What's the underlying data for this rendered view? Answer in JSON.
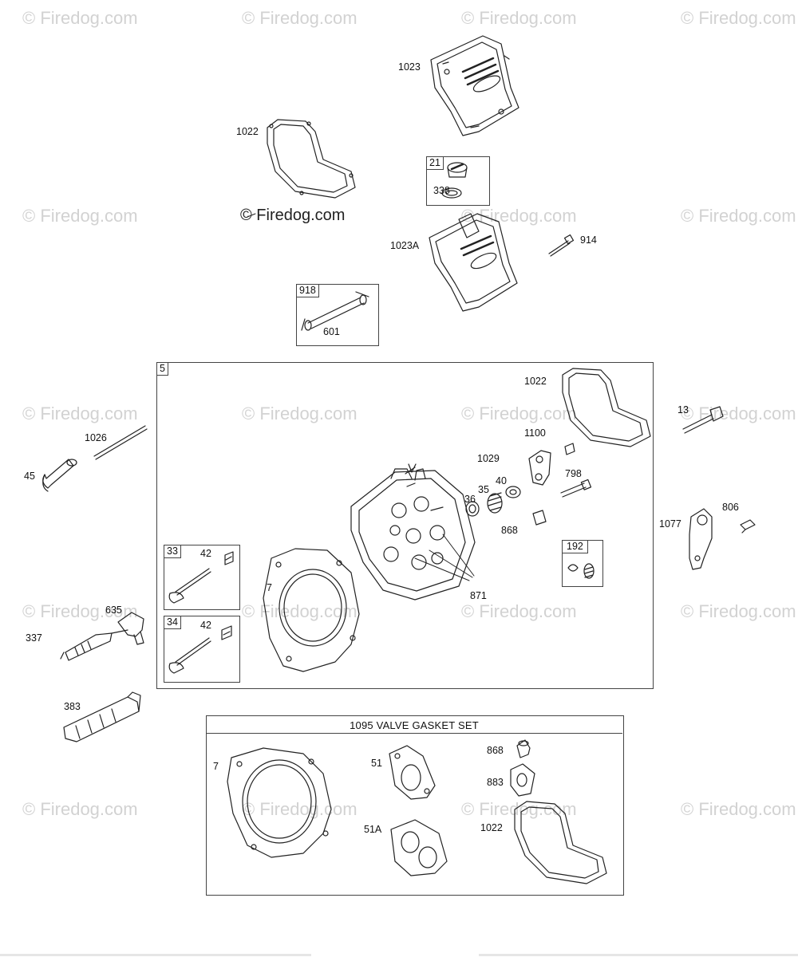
{
  "watermark": "© Firedog.com",
  "copyright": "© Firedog.com",
  "box_tags": {
    "cylinder_head_assembly": "5",
    "breather_tube_kit": "918",
    "oil_fill_kit": "21",
    "valve_spring_retainer_kit": "192",
    "intake_valve_kit": "33",
    "exhaust_valve_kit": "34"
  },
  "gasket_set_title": "1095 VALVE GASKET SET",
  "labels": {
    "l1023": "1023",
    "l1022_top": "1022",
    "l21_338": "338",
    "l1023a": "1023A",
    "l914": "914",
    "l601": "601",
    "l1022_box": "1022",
    "l1100": "1100",
    "l1029": "1029",
    "l798": "798",
    "l40": "40",
    "l35": "35",
    "l36": "36",
    "l868_box": "868",
    "l871": "871",
    "l7_box": "7",
    "l42_33": "42",
    "l42_34": "42",
    "l13": "13",
    "l1077": "1077",
    "l806": "806",
    "l1026": "1026",
    "l45": "45",
    "l635": "635",
    "l337": "337",
    "l383": "383",
    "l7_set": "7",
    "l51": "51",
    "l51a": "51A",
    "l868_set": "868",
    "l883": "883",
    "l1022_set": "1022"
  }
}
